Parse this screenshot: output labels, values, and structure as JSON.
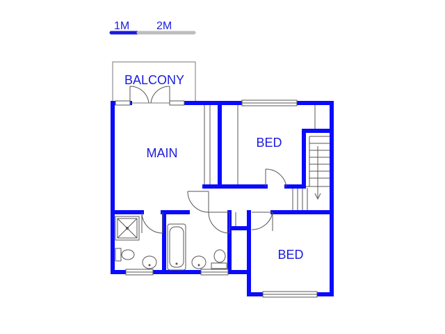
{
  "scale_bar": {
    "label_1": "1M",
    "label_2": "2M",
    "primary_color": "#1a1adf",
    "secondary_color": "#bdbdbd"
  },
  "rooms": {
    "balcony": "BALCONY",
    "main": "MAIN",
    "bed_top": "BED",
    "bed_bottom": "BED"
  },
  "colors": {
    "wall": "#0a0aff",
    "label": "#1a1adf",
    "fixture": "#555555"
  }
}
